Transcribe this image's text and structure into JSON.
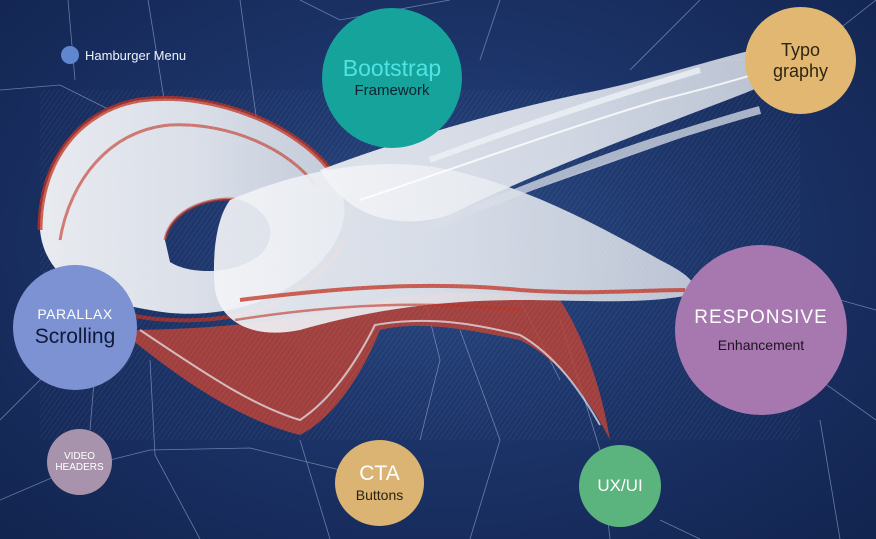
{
  "menu": {
    "label": "Hamburger Menu",
    "icon": "circle-dot-icon",
    "dot_color": "#5f86cf"
  },
  "bubbles": {
    "bootstrap": {
      "line1": "Bootstrap",
      "line2": "Framework",
      "color": "#16a39b"
    },
    "typography": {
      "line1": "Typo",
      "line2": "graphy",
      "color": "#e2b772"
    },
    "parallax": {
      "line1": "PARALLAX",
      "line2": "Scrolling",
      "color": "#7c92d3"
    },
    "responsive": {
      "line1": "RESPONSIVE",
      "line2": "Enhancement",
      "color": "#a678af"
    },
    "video": {
      "line1": "VIDEO",
      "line2": "HEADERS",
      "color": "#a893ad"
    },
    "cta": {
      "line1": "CTA",
      "line2": "Buttons",
      "color": "#dbb473"
    },
    "uxui": {
      "line1": "UX/UI",
      "color": "#5bb47d"
    }
  },
  "colors": {
    "background": "#1c3469",
    "sculpture_white": "#e9edf3",
    "sculpture_red": "#c2301f"
  }
}
